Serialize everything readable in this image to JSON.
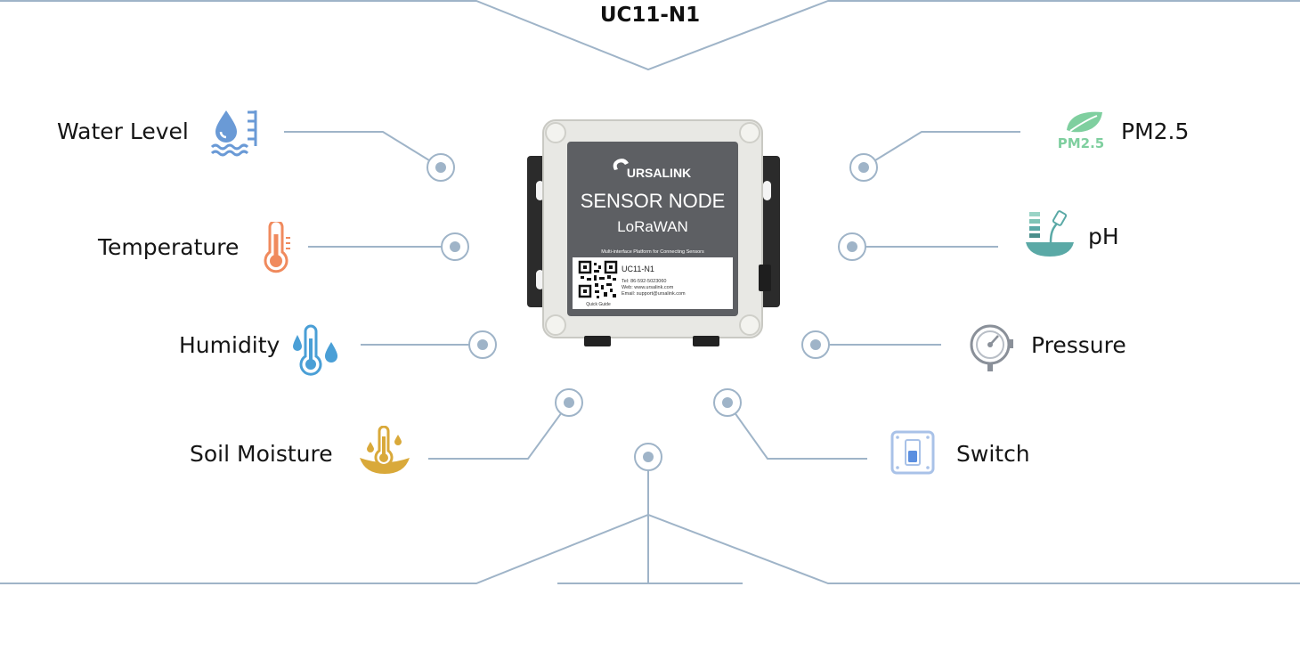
{
  "title": "UC11-N1",
  "sensors_left": [
    {
      "label": "Water Level",
      "icon": "water-level-icon"
    },
    {
      "label": "Temperature",
      "icon": "thermometer-icon"
    },
    {
      "label": "Humidity",
      "icon": "humidity-icon"
    },
    {
      "label": "Soil Moisture",
      "icon": "soil-moisture-icon"
    }
  ],
  "sensors_right": [
    {
      "label": "PM2.5",
      "icon": "pm25-leaf-icon",
      "icon_text": "PM2.5"
    },
    {
      "label": "pH",
      "icon": "ph-icon"
    },
    {
      "label": "Pressure",
      "icon": "pressure-gauge-icon"
    },
    {
      "label": "Switch",
      "icon": "switch-icon"
    }
  ],
  "device": {
    "brand": "URSALINK",
    "name": "SENSOR NODE",
    "protocol": "LoRaWAN",
    "tagline": "Multi-interface Platform for Connecting Sensors",
    "model": "UC11-N1",
    "tel": "Tel: 86-592-5023060",
    "web": "Web: www.ursalink.com",
    "email": "Email: support@ursalink.com",
    "qr_caption": "Quick Guide"
  },
  "colors": {
    "line": "#9fb4c8",
    "water": "#6a9ad6",
    "temperature": "#f08a5d",
    "humidity": "#4a9fd6",
    "soil": "#d9a93a",
    "pm25": "#7fcf9f",
    "ph": "#5aa9a6",
    "pressure": "#8a9099",
    "switch": "#5b8fe0"
  }
}
